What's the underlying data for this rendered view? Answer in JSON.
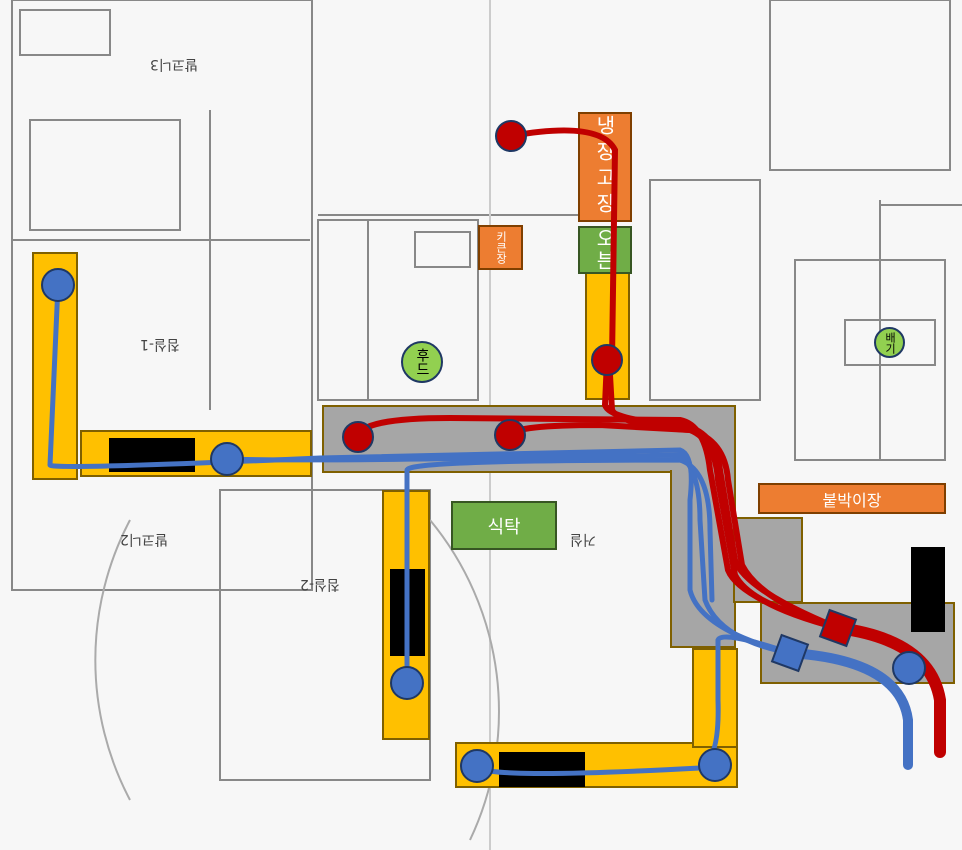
{
  "labels": {
    "fridge_cabinet": "냉장고장",
    "tall_cabinet": "키큰장",
    "oven": "오븐",
    "hood": "후드",
    "exhaust": "배기",
    "dining_table": "식탁",
    "built_in_closet": "붙박이장"
  },
  "rooms": {
    "bedroom1": "침실-1",
    "bedroom2": "침실-2",
    "balcony3": "발코니3",
    "balcony2": "발코니2",
    "living": "거실"
  },
  "colors": {
    "supply": "#c00000",
    "return": "#4472c4",
    "cabinet": "#ffc000",
    "duct": "#a6a6a6"
  }
}
